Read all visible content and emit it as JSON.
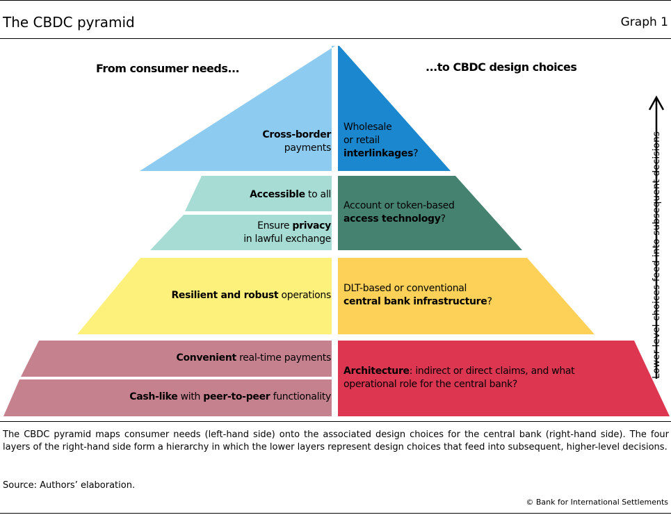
{
  "header": {
    "title": "The CBDC pyramid",
    "graph_number": "Graph 1"
  },
  "headings": {
    "left": "From consumer needs...",
    "right": "...to CBDC design choices"
  },
  "layers": [
    {
      "left": [
        {
          "b1": "Cross-border",
          "n1": "",
          "l2": "payments"
        }
      ],
      "right": {
        "l1": "Wholesale",
        "l2": "or retail",
        "b3": "interlinkages",
        "q": "?"
      },
      "colors": {
        "left": "#8ecbf1",
        "right": "#1b87ce"
      }
    },
    {
      "left": [
        {
          "b": "Accessible",
          "n": " to all"
        },
        {
          "n1": "Ensure ",
          "b1": "privacy",
          "l2": "in lawful exchange"
        }
      ],
      "right": {
        "l1": "Account or token-based",
        "b2": "access technology",
        "q": "?"
      },
      "colors": {
        "left": "#a6dcd3",
        "right": "#468270"
      }
    },
    {
      "left": [
        {
          "b": "Resilient and robust",
          "n": " operations"
        }
      ],
      "right": {
        "l1": "DLT-based or conventional",
        "b2": "central bank infrastructure",
        "q": "?"
      },
      "colors": {
        "left": "#fdf07b",
        "right": "#fdd057"
      }
    },
    {
      "left": [
        {
          "b": "Convenient",
          "n": " real-time payments"
        },
        {
          "b1": "Cash-like",
          "n1": " with ",
          "b2": "peer-to-peer",
          "n2": " functionality"
        }
      ],
      "right": {
        "b1": "Architecture",
        "l1": ": indirect or direct claims, and what",
        "l2": "operational role for the central bank?"
      },
      "colors": {
        "left": "#c6818f",
        "right": "#dc3650"
      }
    }
  ],
  "arrow_label": "Lower-level choices feed into subsequent decisions",
  "caption": "The CBDC pyramid maps consumer needs (left-hand side) onto the associated design choices for the central bank (right-hand side). The four layers of the right-hand side form a hierarchy in which the lower layers represent design choices that feed into subsequent, higher-level decisions.",
  "source": "Source: Authors’ elaboration.",
  "copyright": "© Bank for International Settlements"
}
